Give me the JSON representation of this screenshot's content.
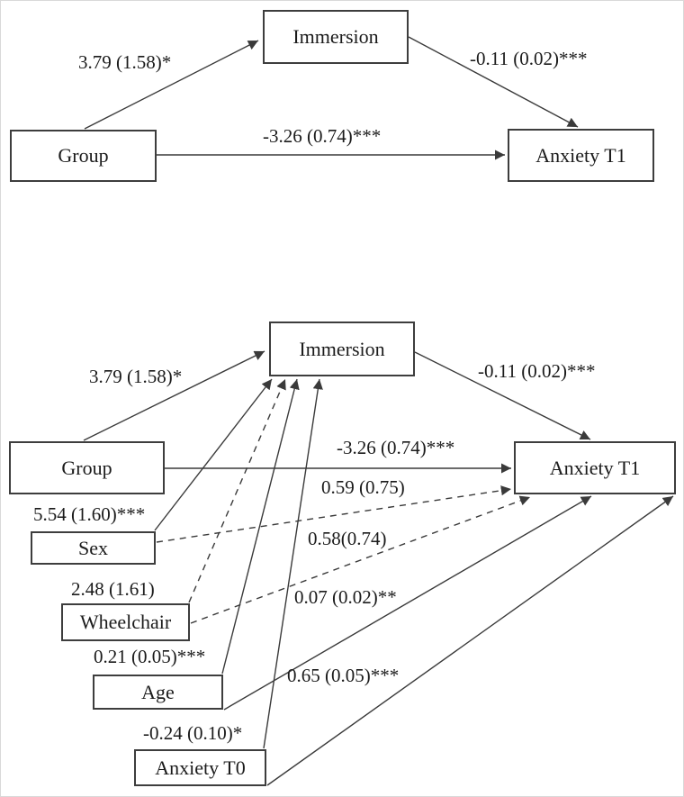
{
  "figure": {
    "type": "path-diagram",
    "description": "Mediation model: effect of Group on Anxiety T1 via Immersion; top panel unadjusted, bottom panel adjusted for covariates"
  },
  "panels": {
    "top": {
      "nodes": {
        "immersion": {
          "label": "Immersion"
        },
        "group": {
          "label": "Group"
        },
        "anxiety_t1": {
          "label": "Anxiety T1"
        }
      },
      "edges": {
        "group_immersion": {
          "from": "Group",
          "to": "Immersion",
          "label": "3.79 (1.58)*",
          "style": "solid"
        },
        "immersion_anxiety_t1": {
          "from": "Immersion",
          "to": "Anxiety T1",
          "label": "-0.11 (0.02)***",
          "style": "solid"
        },
        "group_anxiety_t1": {
          "from": "Group",
          "to": "Anxiety T1",
          "label": "-3.26 (0.74)***",
          "style": "solid"
        }
      }
    },
    "bottom": {
      "nodes": {
        "immersion": {
          "label": "Immersion"
        },
        "group": {
          "label": "Group"
        },
        "anxiety_t1": {
          "label": "Anxiety T1"
        },
        "sex": {
          "label": "Sex"
        },
        "wheelchair": {
          "label": "Wheelchair"
        },
        "age": {
          "label": "Age"
        },
        "anxiety_t0": {
          "label": "Anxiety T0"
        }
      },
      "edges": {
        "group_immersion": {
          "from": "Group",
          "to": "Immersion",
          "label": "3.79 (1.58)*",
          "style": "solid"
        },
        "immersion_anxiety_t1": {
          "from": "Immersion",
          "to": "Anxiety T1",
          "label": "-0.11 (0.02)***",
          "style": "solid"
        },
        "group_anxiety_t1": {
          "from": "Group",
          "to": "Anxiety T1",
          "label": "-3.26 (0.74)***",
          "style": "solid"
        },
        "sex_immersion": {
          "from": "Sex",
          "to": "Immersion",
          "label": "5.54 (1.60)***",
          "style": "solid"
        },
        "sex_anxiety_t1": {
          "from": "Sex",
          "to": "Anxiety T1",
          "label": "0.59 (0.75)",
          "style": "dashed"
        },
        "wheelchair_immersion": {
          "from": "Wheelchair",
          "to": "Immersion",
          "label": "2.48 (1.61)",
          "style": "dashed"
        },
        "wheelchair_anxiety_t1": {
          "from": "Wheelchair",
          "to": "Anxiety T1",
          "label": "0.58(0.74)",
          "style": "dashed"
        },
        "age_immersion": {
          "from": "Age",
          "to": "Immersion",
          "label": "0.21 (0.05)***",
          "style": "solid"
        },
        "age_anxiety_t1": {
          "from": "Age",
          "to": "Anxiety T1",
          "label": "0.07 (0.02)**",
          "style": "solid"
        },
        "anxiety_t0_immersion": {
          "from": "Anxiety T0",
          "to": "Immersion",
          "label": "-0.24 (0.10)*",
          "style": "solid"
        },
        "anxiety_t0_anxiety_t1": {
          "from": "Anxiety T0",
          "to": "Anxiety T1",
          "label": "0.65 (0.05)***",
          "style": "solid"
        }
      }
    }
  }
}
